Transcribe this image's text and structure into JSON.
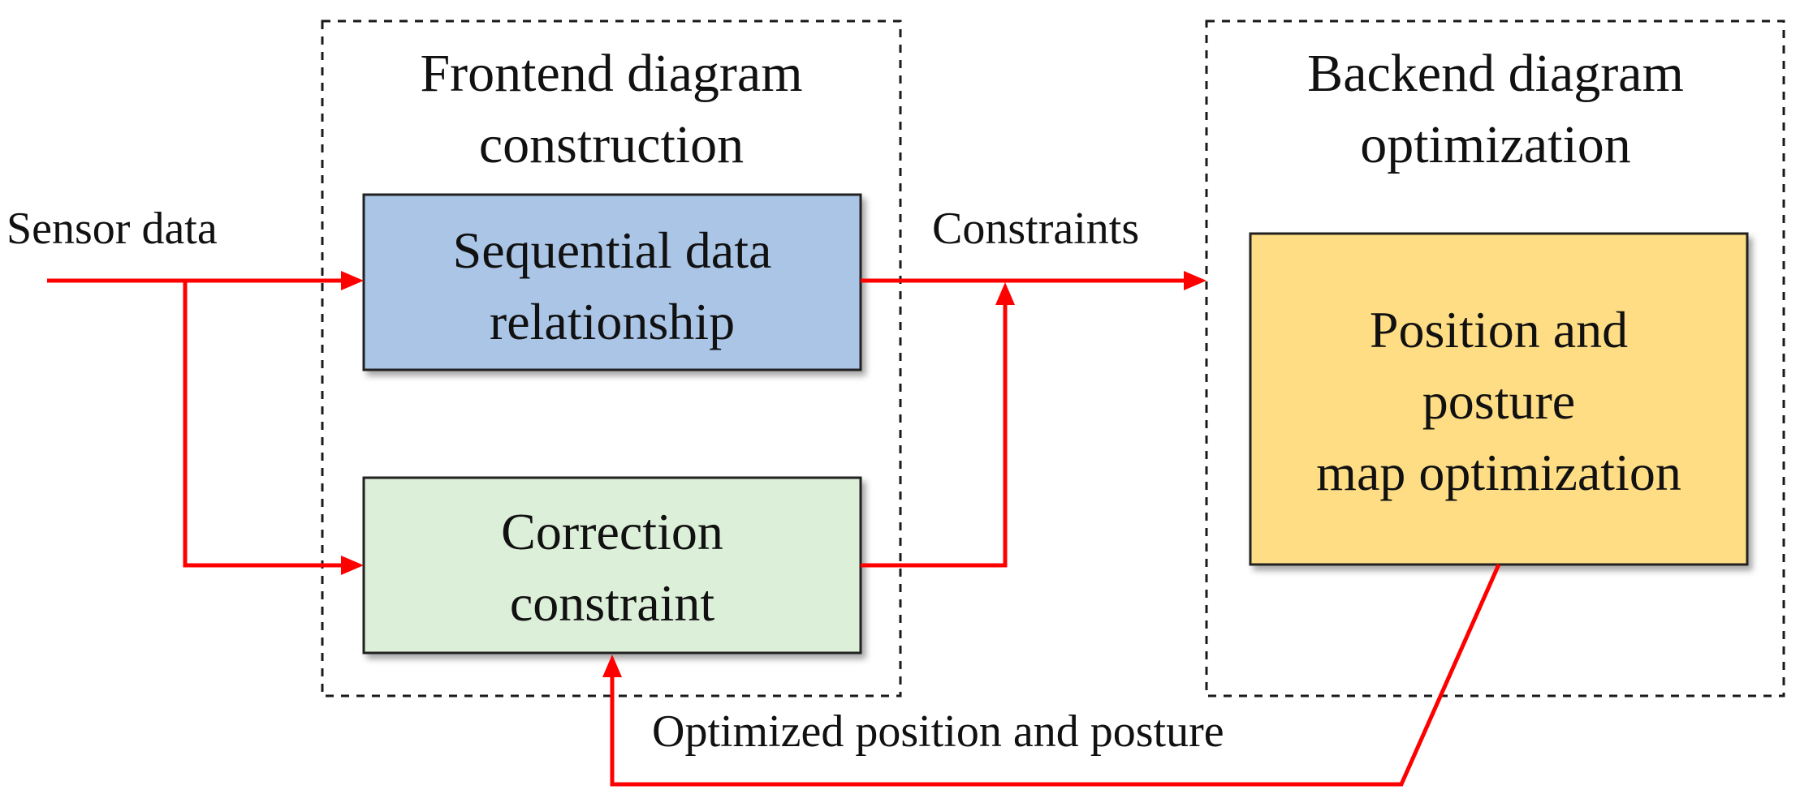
{
  "groups": {
    "frontend": {
      "title_line1": "Frontend diagram",
      "title_line2": "construction"
    },
    "backend": {
      "title_line1": "Backend diagram",
      "title_line2": "optimization"
    }
  },
  "nodes": {
    "sequential": {
      "line1": "Sequential data",
      "line2": "relationship",
      "fill": "#abc5e6"
    },
    "correction": {
      "line1": "Correction",
      "line2": "constraint",
      "fill": "#dcefd8"
    },
    "pose_map": {
      "line1": "Position and",
      "line2": "posture",
      "line3": "map optimization",
      "fill": "#fedd84"
    }
  },
  "edges": {
    "sensor_data": "Sensor data",
    "constraints": "Constraints",
    "optimized_pose": "Optimized position and posture"
  },
  "colors": {
    "arrow": "#ff0000",
    "border": "#222222"
  }
}
